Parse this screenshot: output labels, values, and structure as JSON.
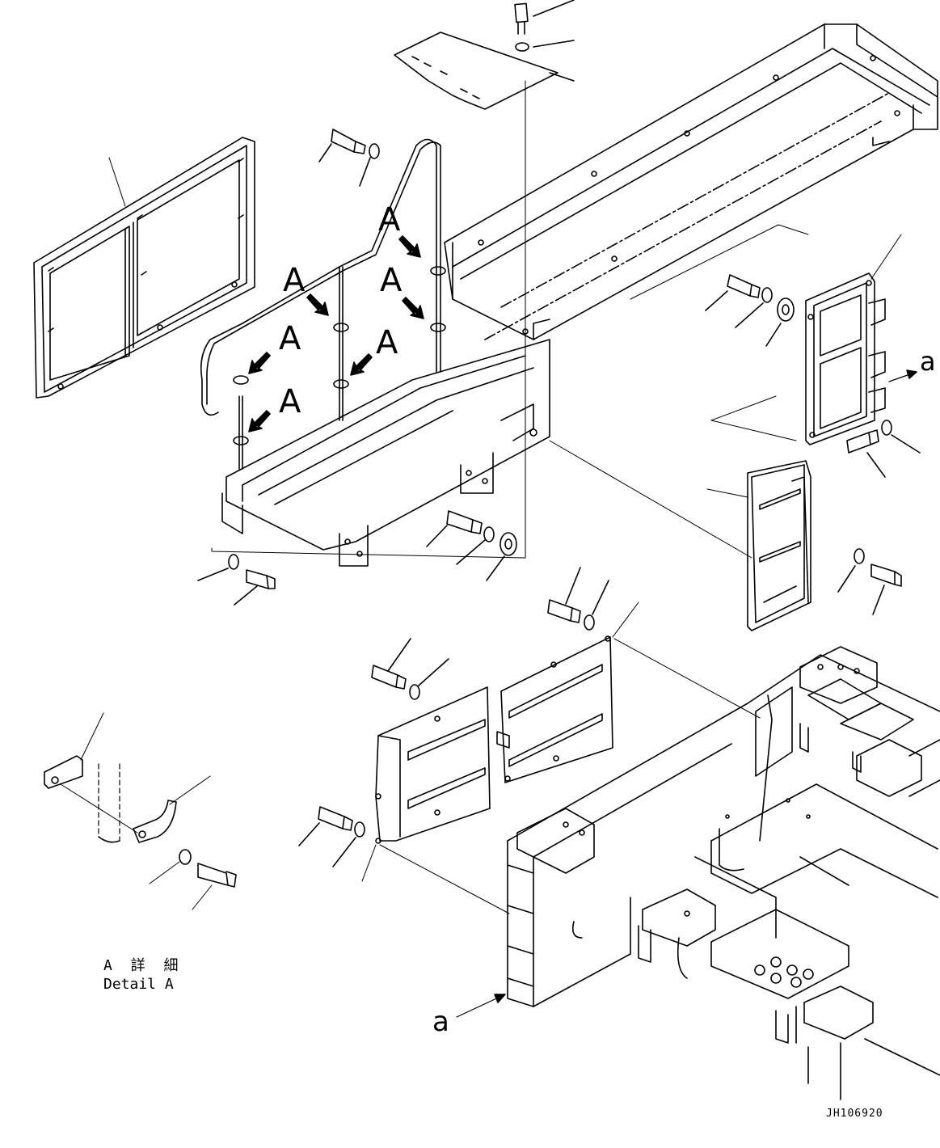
{
  "callouts": {
    "detail_a_marker": "A",
    "view_arrow_marker": "a"
  },
  "detail_caption": {
    "japanese": "A 詳 細",
    "english": "Detail A"
  },
  "drawing_code": "JH106920"
}
